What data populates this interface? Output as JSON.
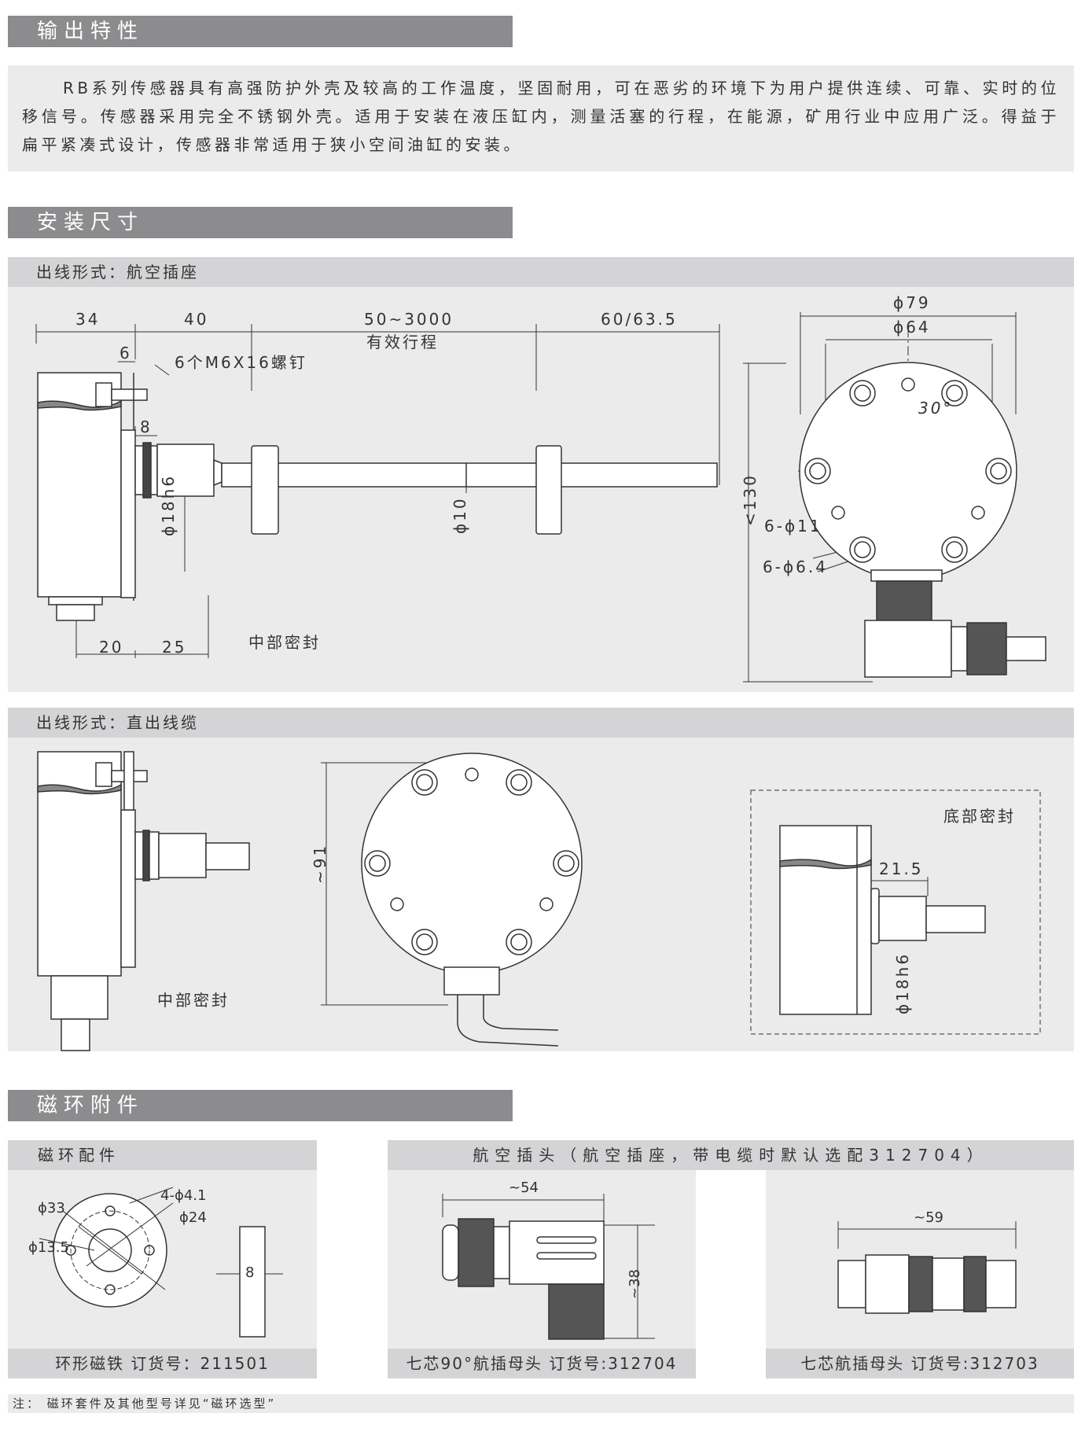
{
  "sections": {
    "output": {
      "title": "输出特性",
      "text": "RB系列传感器具有高强防护外壳及较高的工作温度，坚固耐用，可在恶劣的环境下为用户提供连续、可靠、实时的位移信号。传感器采用完全不锈钢外壳。适用于安装在液压缸内，测量活塞的行程，在能源，矿用行业中应用广泛。得益于扁平紧凑式设计，传感器非常适用于狭小空间油缸的安装。"
    },
    "install": {
      "title": "安装尺寸"
    },
    "accessories": {
      "title": "磁环附件"
    }
  },
  "panel_connector": {
    "title": "出线形式：航空插座",
    "dims": {
      "d34": "34",
      "d40": "40",
      "stroke": "50~3000",
      "stroke_label": "有效行程",
      "d60": "60/63.5",
      "d6": "6",
      "screw": "6个M6X16螺钉",
      "d8": "8",
      "phi18": "ϕ18h6",
      "phi10": "ϕ10",
      "d20": "20",
      "d25": "25",
      "seal": "中部密封",
      "phi79": "ϕ79",
      "phi64": "ϕ64",
      "angle": "30°",
      "lt130": "<130",
      "holes11": "6-ϕ11",
      "holes64": "6-ϕ6.4"
    }
  },
  "panel_cable": {
    "title": "出线形式：直出线缆",
    "dims": {
      "seal_mid": "中部密封",
      "d91": "~91",
      "seal_bottom": "底部密封",
      "d215": "21.5",
      "phi18": "ϕ18h6"
    }
  },
  "magnet": {
    "title": "磁环配件",
    "dims": {
      "phi33": "ϕ33",
      "holes": "4-ϕ4.1",
      "phi24": "ϕ24",
      "phi135": "ϕ13.5",
      "thick": "8"
    },
    "caption": "环形磁铁    订货号：211501"
  },
  "plug": {
    "title": "航空插头（航空插座，带电缆时默认选配312704）",
    "left": {
      "d54": "~54",
      "d38": "~38",
      "caption": "七芯90°航插母头  订货号:312704"
    },
    "right": {
      "d59": "~59",
      "caption": "七芯航插母头  订货号:312703"
    }
  },
  "note": "注：  磁环套件及其他型号详见“磁环选型”"
}
